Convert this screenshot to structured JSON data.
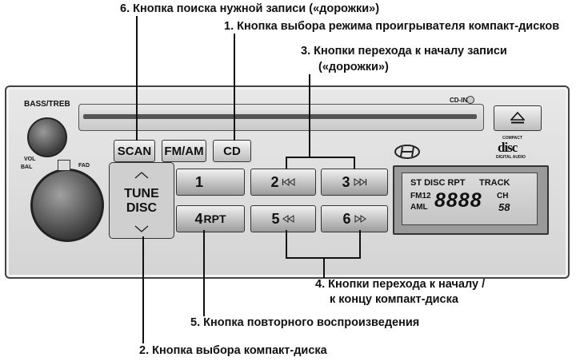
{
  "callouts": {
    "c6": "6. Кнопка поиска нужной записи («дорожки»)",
    "c1": "1. Кнопка выбора режима проигрывателя компакт-дисков",
    "c3a": "3. Кнопки  перехода  к началу записи",
    "c3b": "(«дорожки»)",
    "c4a": "4. Кнопки перехода к началу /",
    "c4b": "к концу компакт-диска",
    "c5": "5. Кнопка повторного воспроизведения",
    "c2": "2. Кнопка выбора компакт-диска"
  },
  "unit": {
    "bass_treb": "BASS/TREB",
    "vol": "VOL",
    "bal": "BAL",
    "fad": "FAD",
    "cd_in": "CD-IN",
    "scan": "SCAN",
    "fm_am": "FM/AM",
    "cd": "CD",
    "tune": "TUNE",
    "disc": "DISC",
    "btn1": "1",
    "btn2": "2",
    "btn3": "3",
    "btn4": "4",
    "rpt": "RPT",
    "btn5": "5",
    "btn6": "6",
    "eject_icon": "eject-icon",
    "compact_disc_logo": "compact disc / DIGITAL AUDIO"
  },
  "lcd": {
    "top": "ST DISC RPT",
    "track": "TRACK",
    "fm12": "FM12",
    "aml": "AML",
    "digits": "8888",
    "ch": "CH",
    "small_digits": "58"
  }
}
